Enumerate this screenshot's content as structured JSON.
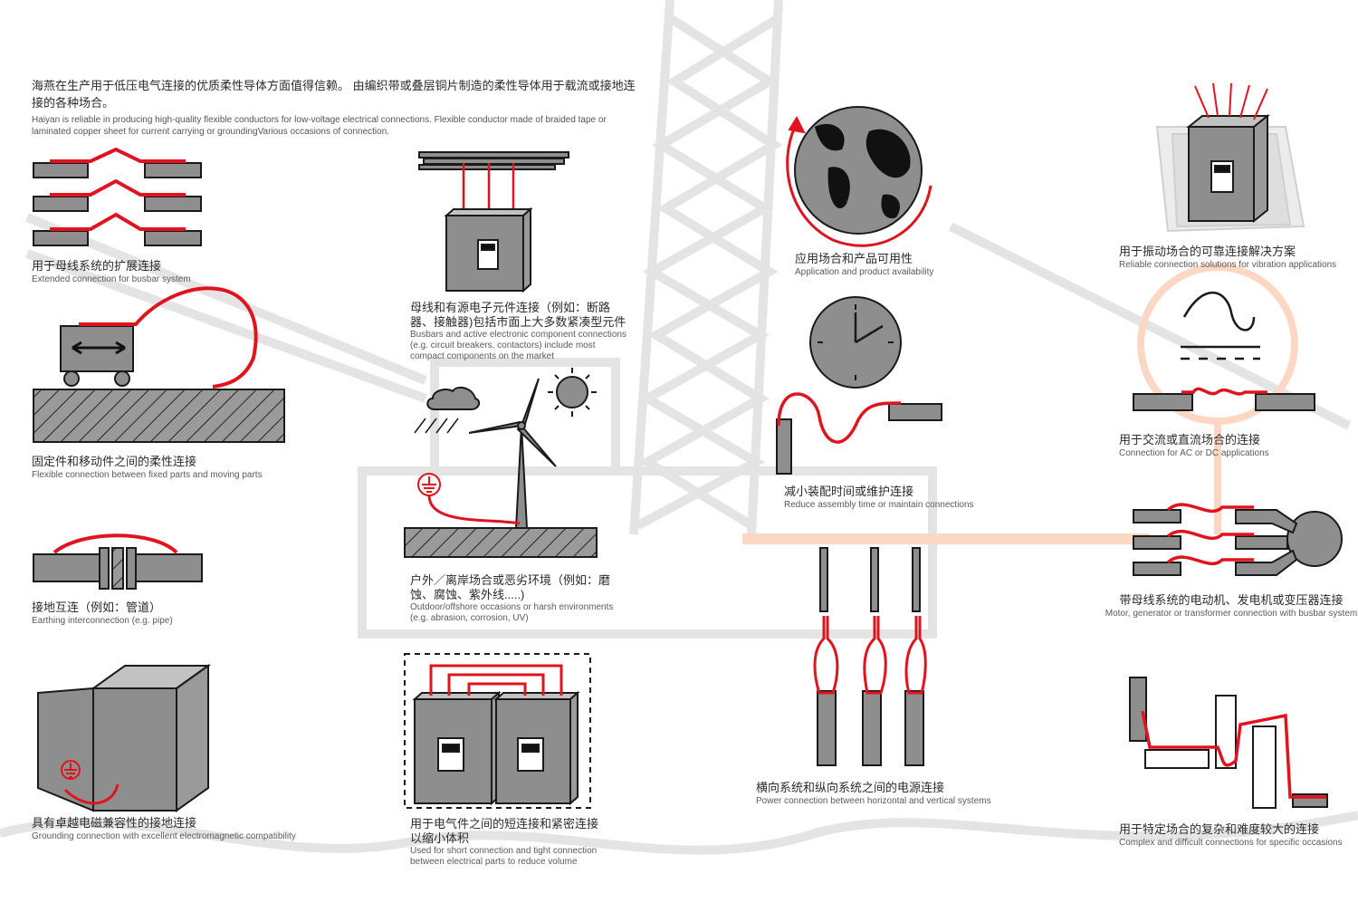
{
  "intro": {
    "zh": "海燕在生产用于低压电气连接的优质柔性导体方面值得信赖。 由编织带或叠层铜片制造的柔性导体用于载流或接地连接的各种场合。",
    "en": "Haiyan is reliable in producing high-quality flexible conductors for low-voltage electrical connections. Flexible conductor made of braided tape or laminated copper sheet for current carrying or groundingVarious occasions of connection."
  },
  "captions": [
    {
      "id": "busbar-extension",
      "zh": "用于母线系统的扩展连接",
      "en": "Extended connection for busbar system"
    },
    {
      "id": "fixed-moving",
      "zh": "固定件和移动件之间的柔性连接",
      "en": "Flexible connection between fixed parts and moving parts"
    },
    {
      "id": "earthing-pipe",
      "zh": "接地互连（例如：管道）",
      "en": "Earthing interconnection (e.g. pipe)"
    },
    {
      "id": "emc-grounding",
      "zh": "具有卓越电磁兼容性的接地连接",
      "en": "Grounding connection with excellent electromagnetic compatibility"
    },
    {
      "id": "busbar-components",
      "zh": "母线和有源电子元件连接（例如：断路器、接触器)包括市面上大多数紧凑型元件",
      "en": "Busbars and active electronic component connections (e.g. circuit breakers, contactors) include most compact components on the market"
    },
    {
      "id": "outdoor",
      "zh": "户外／离岸场合或恶劣环境（例如：磨蚀、腐蚀、紫外线.....)",
      "en": "Outdoor/offshore occasions or harsh environments (e.g. abrasion, corrosion, UV)"
    },
    {
      "id": "short-connection",
      "zh": "用于电气件之间的短连接和紧密连接以缩小体积",
      "en": "Used for short connection and tight connection between electrical parts to reduce volume"
    },
    {
      "id": "application",
      "zh": "应用场合和产品可用性",
      "en": "Application and product availability"
    },
    {
      "id": "assembly-time",
      "zh": "减小装配时间或维护连接",
      "en": "Reduce assembly time or maintain connections"
    },
    {
      "id": "horizontal-vertical",
      "zh": "横向系统和纵向系统之间的电源连接",
      "en": "Power connection between horizontal and vertical systems"
    },
    {
      "id": "vibration",
      "zh": "用于振动场合的可靠连接解决方案",
      "en": "Reliable connection solutions for vibration applications"
    },
    {
      "id": "ac-dc",
      "zh": "用于交流或直流场合的连接",
      "en": "Connection for AC or DC applications"
    },
    {
      "id": "motor-generator",
      "zh": "带母线系统的电动机、发电机或变压器连接",
      "en": "Motor, generator or transformer connection with busbar system"
    },
    {
      "id": "complex",
      "zh": "用于特定场合的复杂和难度较大的连接",
      "en": "Complex and difficult connections for specific occasions"
    }
  ],
  "colors": {
    "accent": "#e0141e",
    "metal": "#8e8e8e",
    "metal_light": "#b3b3b3",
    "outline": "#1a1a1a",
    "tower": "#e2e2e2",
    "pale_orange": "#fbd7c4"
  }
}
